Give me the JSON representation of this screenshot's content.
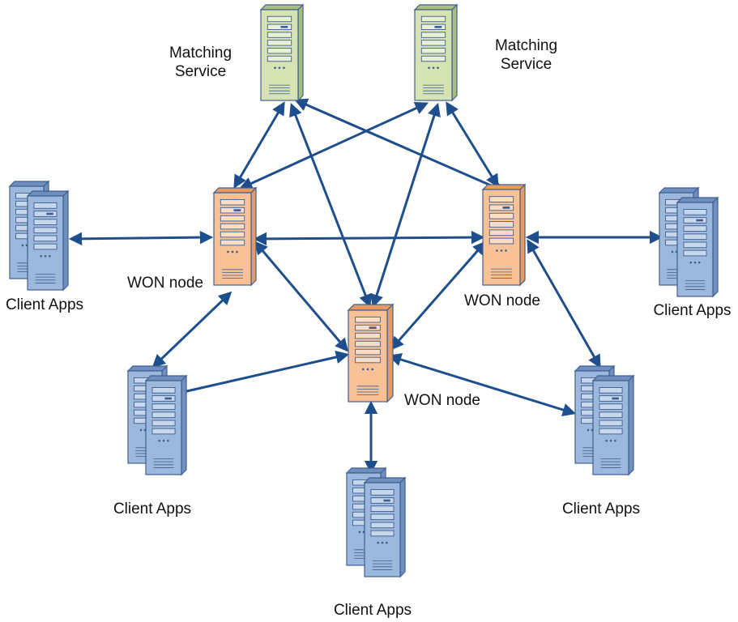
{
  "colors": {
    "arrow": "#1f4e8c",
    "matching_face": "#d6e3b5",
    "matching_side": "#a9bf79",
    "won_face": "#f9c296",
    "won_side": "#e79b62",
    "client_face": "#9cb8dc",
    "client_side": "#6f8fbf",
    "server_stroke": "#3f5f8f"
  },
  "labels": {
    "matching_left_l1": "Matching",
    "matching_left_l2": "Service",
    "matching_right_l1": "Matching",
    "matching_right_l2": "Service",
    "won_left": "WON node",
    "won_right": "WON node",
    "won_center": "WON node",
    "client_left": "Client Apps",
    "client_right": "Client Apps",
    "client_bottom_left": "Client Apps",
    "client_bottom_center": "Client Apps",
    "client_bottom_right": "Client Apps"
  }
}
